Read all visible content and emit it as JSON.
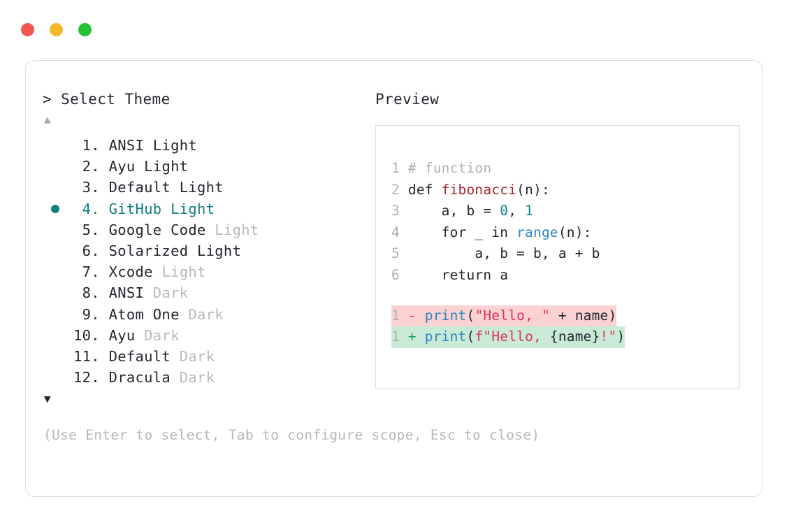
{
  "window": {
    "traffic_lights": [
      {
        "name": "close",
        "color": "#f2564f"
      },
      {
        "name": "minimize",
        "color": "#f6b92c"
      },
      {
        "name": "maximize",
        "color": "#22c136"
      }
    ]
  },
  "picker": {
    "prompt_symbol": ">",
    "title": "Select Theme",
    "scroll_up_glyph": "▲",
    "scroll_down_glyph": "▼",
    "selected_index": 4,
    "selected_bullet_color": "#117f7f",
    "items": [
      {
        "number": " 1.",
        "name": "ANSI",
        "variant": "Light",
        "variant_muted": false,
        "selected": false
      },
      {
        "number": " 2.",
        "name": "Ayu",
        "variant": "Light",
        "variant_muted": false,
        "selected": false
      },
      {
        "number": " 3.",
        "name": "Default",
        "variant": "Light",
        "variant_muted": false,
        "selected": false
      },
      {
        "number": " 4.",
        "name": "GitHub",
        "variant": "Light",
        "variant_muted": false,
        "selected": true
      },
      {
        "number": " 5.",
        "name": "Google Code",
        "variant": "Light",
        "variant_muted": true,
        "selected": false
      },
      {
        "number": " 6.",
        "name": "Solarized",
        "variant": "Light",
        "variant_muted": false,
        "selected": false
      },
      {
        "number": " 7.",
        "name": "Xcode",
        "variant": "Light",
        "variant_muted": true,
        "selected": false
      },
      {
        "number": " 8.",
        "name": "ANSI",
        "variant": "Dark",
        "variant_muted": true,
        "selected": false
      },
      {
        "number": " 9.",
        "name": "Atom One",
        "variant": "Dark",
        "variant_muted": true,
        "selected": false
      },
      {
        "number": "10.",
        "name": "Ayu",
        "variant": "Dark",
        "variant_muted": true,
        "selected": false
      },
      {
        "number": "11.",
        "name": "Default",
        "variant": "Dark",
        "variant_muted": true,
        "selected": false
      },
      {
        "number": "12.",
        "name": "Dracula",
        "variant": "Dark",
        "variant_muted": true,
        "selected": false
      }
    ],
    "hint": "(Use Enter to select, Tab to configure scope, Esc to close)"
  },
  "preview": {
    "label": "Preview",
    "code_lines": [
      {
        "gutter": "1",
        "tokens": [
          {
            "t": " # function",
            "c": "cmt"
          }
        ]
      },
      {
        "gutter": "2",
        "tokens": [
          {
            "t": " def ",
            "c": "kw"
          },
          {
            "t": "fibonacci",
            "c": "fn"
          },
          {
            "t": "(n):",
            "c": "kw"
          }
        ]
      },
      {
        "gutter": "3",
        "tokens": [
          {
            "t": "     a, b = ",
            "c": "kw"
          },
          {
            "t": "0",
            "c": "num-tok"
          },
          {
            "t": ", ",
            "c": "kw"
          },
          {
            "t": "1",
            "c": "num-tok"
          }
        ]
      },
      {
        "gutter": "4",
        "tokens": [
          {
            "t": "     for _ in ",
            "c": "kw"
          },
          {
            "t": "range",
            "c": "bi"
          },
          {
            "t": "(n):",
            "c": "kw"
          }
        ]
      },
      {
        "gutter": "5",
        "tokens": [
          {
            "t": "         a, b = b, a + b",
            "c": "kw"
          }
        ]
      },
      {
        "gutter": "6",
        "tokens": [
          {
            "t": "     return a",
            "c": "kw"
          }
        ]
      }
    ],
    "diff_lines": [
      {
        "gutter": "1",
        "marker": "-",
        "marker_class": "mk-minus",
        "row_class": "minus",
        "tokens": [
          {
            "t": "print",
            "c": "bi"
          },
          {
            "t": "(",
            "c": "kw"
          },
          {
            "t": "\"Hello, \"",
            "c": "str"
          },
          {
            "t": " + name)",
            "c": "kw"
          }
        ]
      },
      {
        "gutter": "1",
        "marker": "+",
        "marker_class": "mk-plus",
        "row_class": "plus",
        "tokens": [
          {
            "t": "print",
            "c": "bi"
          },
          {
            "t": "(",
            "c": "kw"
          },
          {
            "t": "f\"Hello, ",
            "c": "str"
          },
          {
            "t": "{name}",
            "c": "interp"
          },
          {
            "t": "!\"",
            "c": "str"
          },
          {
            "t": ")",
            "c": "kw"
          }
        ]
      }
    ],
    "colors": {
      "comment": "#b0b0b0",
      "function": "#a6262c",
      "number": "#0f8585",
      "builtin": "#2f86c5",
      "string": "#e0345b",
      "diff_remove_bg": "#fbd2d2",
      "diff_add_bg": "#c9ead7"
    }
  }
}
